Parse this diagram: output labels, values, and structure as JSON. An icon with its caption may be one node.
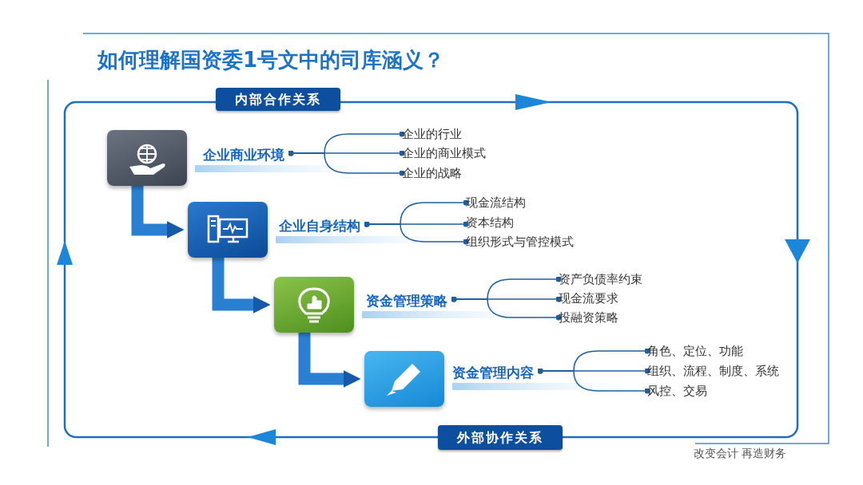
{
  "diagram": {
    "title": "如何理解国资委1号文中的司库涵义？",
    "nodes": [
      {
        "text": [],
        "shape": "box"
      },
      {
        "text": [
          "企业商业环境"
        ]
      },
      {
        "text": [
          "企业的行业"
        ]
      },
      {
        "text": [
          "企业的商业模式"
        ]
      },
      {
        "text": [
          "企业的战略"
        ]
      },
      {
        "text": [],
        "shape": "box"
      },
      {
        "text": [
          "企业自身结构"
        ]
      },
      {
        "text": [
          "现金流结构"
        ]
      },
      {
        "text": [
          "资本结构"
        ]
      },
      {
        "text": [
          "组织形式与管控模式"
        ]
      },
      {
        "text": [],
        "shape": "box"
      },
      {
        "text": [
          "资金管理策略"
        ]
      },
      {
        "text": [
          "资产负债率约束"
        ]
      },
      {
        "text": [
          "现金流要求"
        ]
      },
      {
        "text": [
          "投融资策略"
        ]
      },
      {
        "text": [],
        "shape": "box"
      },
      {
        "text": [
          "资金管理内容"
        ]
      },
      {
        "text": [
          "角色、定位、功能"
        ]
      },
      {
        "text": [
          "组织、流程、制度、系统"
        ]
      },
      {
        "text": [
          "风控、交易"
        ]
      }
    ],
    "edges": [
      {
        "from": 0,
        "to": 5,
        "arrow": "to",
        "style": "thick"
      },
      {
        "from": 5,
        "to": 10,
        "arrow": "to",
        "style": "thick"
      },
      {
        "from": 10,
        "to": 15,
        "arrow": "to",
        "style": "thick"
      },
      {
        "from": 1,
        "to": 2,
        "arrow": "other"
      },
      {
        "from": 1,
        "to": 3,
        "arrow": "other"
      },
      {
        "from": 1,
        "to": 4,
        "arrow": "other"
      },
      {
        "from": 6,
        "to": 7,
        "arrow": "other"
      },
      {
        "from": 6,
        "to": 8,
        "arrow": "other"
      },
      {
        "from": 6,
        "to": 9,
        "arrow": "other"
      },
      {
        "from": 11,
        "to": 12,
        "arrow": "other"
      },
      {
        "from": 11,
        "to": 13,
        "arrow": "other"
      },
      {
        "from": 11,
        "to": 14,
        "arrow": "other"
      },
      {
        "from": 16,
        "to": 17,
        "arrow": "other"
      },
      {
        "from": 16,
        "to": 18,
        "arrow": "other"
      },
      {
        "from": 16,
        "to": 19,
        "arrow": "other"
      }
    ],
    "labels": [
      "内部合作关系",
      "外部协作关系",
      "改变会计 再造财务"
    ]
  }
}
